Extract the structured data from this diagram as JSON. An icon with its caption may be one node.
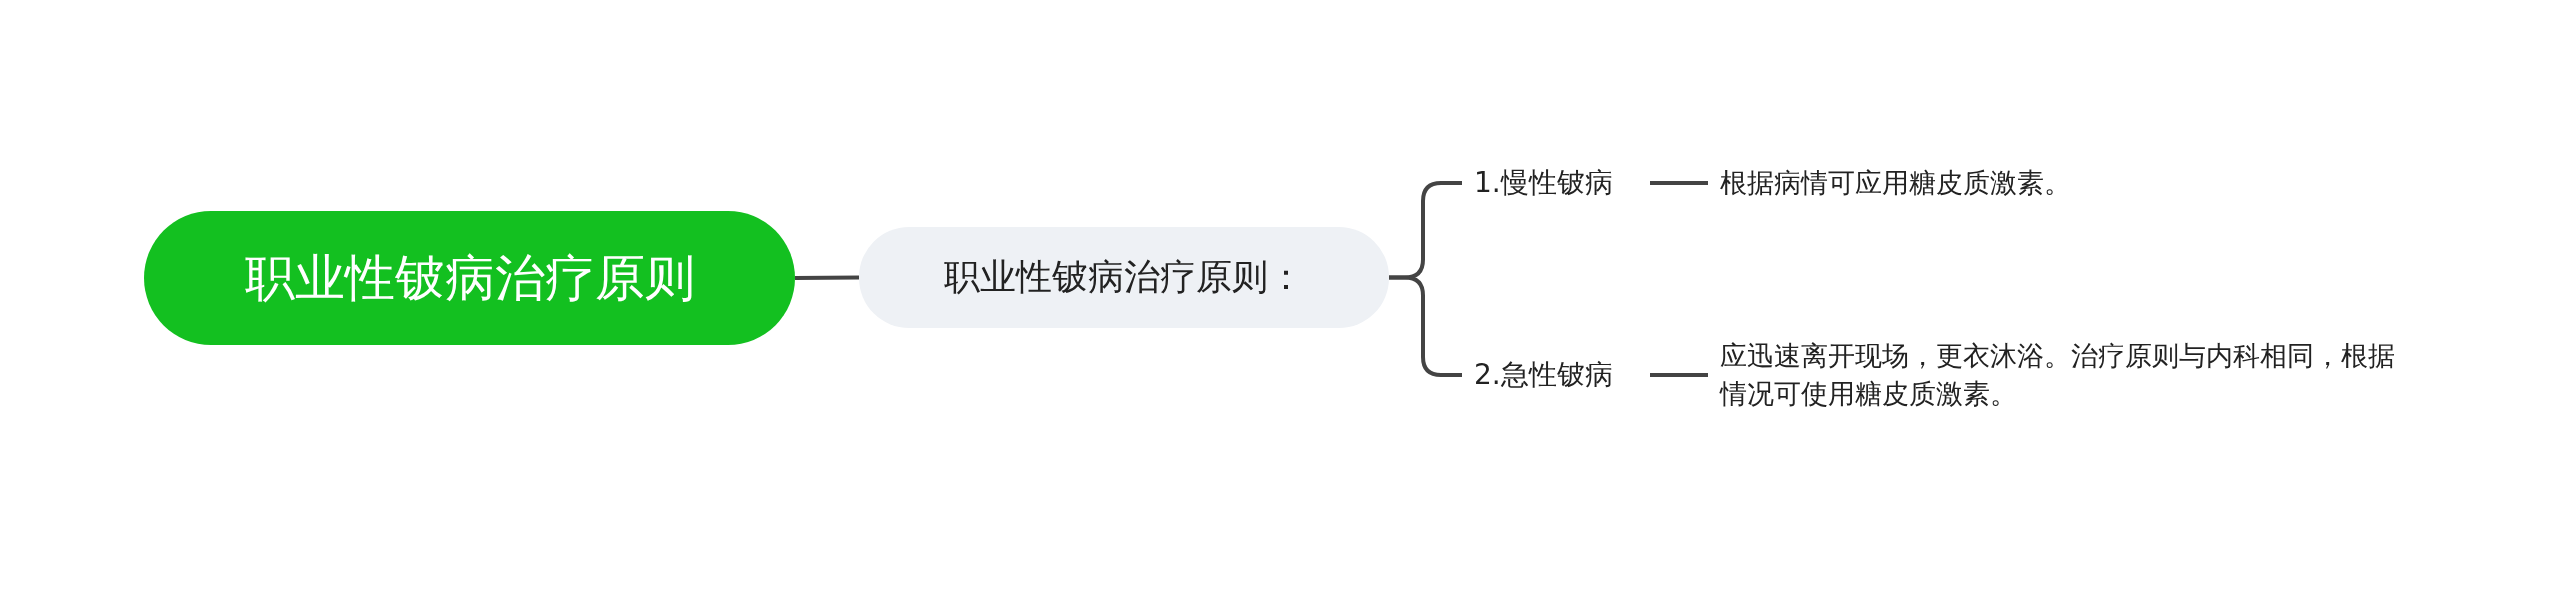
{
  "diagram": {
    "nodes": [
      {
        "text": [
          "职业性铍病治疗原则"
        ]
      },
      {
        "text": [
          "职业性铍病治疗原则："
        ]
      },
      {
        "text": [
          "1.慢性铍病"
        ]
      },
      {
        "text": [
          "根据病情可应用糖皮质激素。"
        ]
      },
      {
        "text": [
          "2.急性铍病"
        ]
      },
      {
        "text": [
          "应迅速离开现场，更衣沐浴。治疗原则与内科相同，根据情况可使用糖皮质激素。"
        ]
      }
    ],
    "edges": [
      {
        "from": 0,
        "to": 1,
        "arrow": "none"
      },
      {
        "from": 1,
        "to": 2,
        "arrow": "none"
      },
      {
        "from": 1,
        "to": 4,
        "arrow": "none"
      },
      {
        "from": 2,
        "to": 3,
        "arrow": "none"
      },
      {
        "from": 4,
        "to": 5,
        "arrow": "none"
      }
    ]
  }
}
